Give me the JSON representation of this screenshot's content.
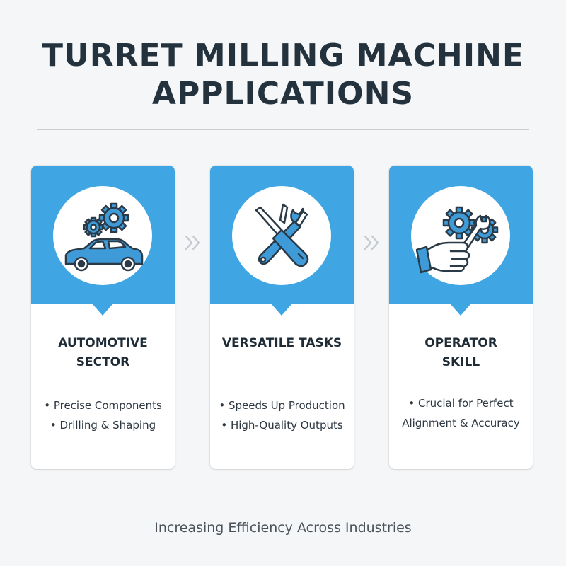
{
  "title": {
    "line1": "TURRET MILLING MACHINE",
    "line2": "APPLICATIONS"
  },
  "colors": {
    "accent_blue": "#3fa6e3",
    "icon_blue": "#3f9ad8",
    "icon_outline": "#2a3a47",
    "title_text": "#23323d"
  },
  "cards": [
    {
      "icon": "gears-and-car-icon",
      "heading_line1": "AUTOMOTIVE",
      "heading_line2": "SECTOR",
      "bullets": [
        "• Precise Components",
        "• Drilling & Shaping"
      ]
    },
    {
      "icon": "crossed-tools-icon",
      "heading_line1": "VERSATILE TASKS",
      "heading_line2": "",
      "bullets": [
        "• Speeds Up Production",
        "• High-Quality Outputs"
      ]
    },
    {
      "icon": "hand-wrench-gears-icon",
      "heading_line1": "OPERATOR",
      "heading_line2": "SKILL",
      "bullets": [
        "• Crucial for Perfect",
        "Alignment & Accuracy"
      ]
    }
  ],
  "connectors": [
    "double-chevron-right-icon",
    "double-chevron-right-icon"
  ],
  "footer": "Increasing Efficiency Across Industries"
}
